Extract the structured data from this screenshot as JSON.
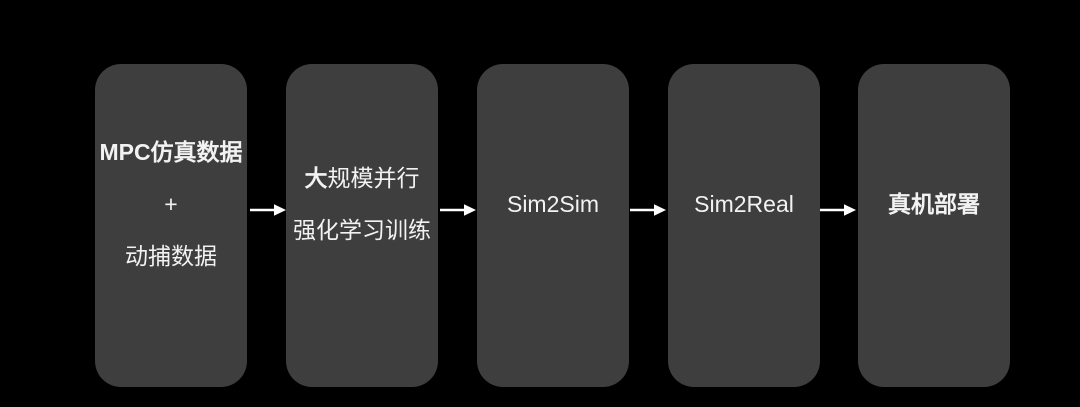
{
  "colors": {
    "background": "#000000",
    "box_fill": "#3e3e3e",
    "text": "#f2f2f2",
    "arrow": "#ffffff"
  },
  "icons": {
    "arrow_right": "→"
  },
  "flow": {
    "boxes": [
      {
        "lines": [
          {
            "text": "MPC仿真数据"
          },
          {
            "text": "+"
          },
          {
            "text": "动捕数据"
          }
        ]
      },
      {
        "lines": [
          {
            "prefix": "大",
            "text": "规模并行"
          },
          {
            "text": "强化学习训练"
          }
        ]
      },
      {
        "lines": [
          {
            "text": "Sim2Sim"
          }
        ]
      },
      {
        "lines": [
          {
            "text": "Sim2Real"
          }
        ]
      },
      {
        "lines": [
          {
            "text": "真机部署"
          }
        ]
      }
    ]
  }
}
